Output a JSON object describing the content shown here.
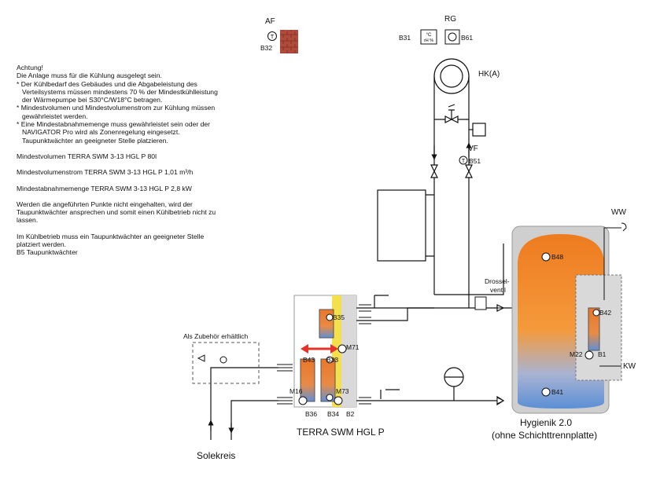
{
  "notes": {
    "title": "Achtung!",
    "lines": [
      "Die Anlage muss für die Kühlung ausgelegt sein.",
      "* Der Kühlbedarf des Gebäudes und die Abgabeleistung des",
      "Verteilsystems müssen mindestens 70 % der Mindestkühlleistung",
      "der Wärmepumpe bei S30°C/W18°C betragen.",
      "* Mindestvolumen und Mindestvolumenstrom zur Kühlung müssen",
      "gewährleistet werden.",
      "* Eine Mindestabnahmemenge muss gewährleistet sein oder der",
      "NAVIGATOR Pro wird als Zonenregelung eingesetzt.",
      "Taupunktwächter an geeigneter Stelle platzieren."
    ],
    "min_volume": "Mindestvolumen TERRA SWM 3-13 HGL P 80l",
    "min_flow": "Mindestvolumenstrom TERRA SWM 3-13 HGL P 1,01 m³/h",
    "min_consumption": "Mindestabnahmemenge TERRA SWM 3-13 HGL P 2,8 kW",
    "warning_1": "Werden die angeführten Punkte nicht eingehalten, wird der",
    "warning_2": "Taupunktwächter ansprechen und somit einen Kühlbetrieb nicht zu",
    "warning_3": "lassen.",
    "cooling_1": "Im Kühlbetrieb muss ein Taupunktwächter an geeigneter Stelle",
    "cooling_2": "platziert werden.",
    "cooling_3": "B5 Taupunktwächter"
  },
  "labels": {
    "af": "AF",
    "b32": "B32",
    "rg": "RG",
    "b31": "B31",
    "b61": "B61",
    "hka": "HK(A)",
    "vf": "VF",
    "b51": "B51",
    "drossel_1": "Drossel-",
    "drossel_2": "ventil",
    "b48": "B48",
    "b42": "B42",
    "m22": "M22",
    "b1": "B1",
    "b41": "B41",
    "ww": "WW",
    "kw": "KW",
    "zubehoer": "Als Zubehör erhältlich",
    "b35": "B35",
    "m71": "M71",
    "b43": "B43",
    "b33": "B33",
    "m16": "M16",
    "m73": "M73",
    "b36": "B36",
    "b34": "B34",
    "b2": "B2",
    "unit_name": "TERRA SWM HGL P",
    "solekreis": "Solekreis",
    "tank_name": "Hygienik 2.0",
    "tank_sub": "(ohne Schichttrennplatte)",
    "room_sensor_glyph": "°C\nrH %"
  },
  "colors": {
    "orange": "#f08a24",
    "blue": "#6f9fd8",
    "yellow": "#f4e04d",
    "gray_box": "#d9d9d9",
    "brick": "#b04a3a",
    "red_arrow": "#e4332a"
  }
}
